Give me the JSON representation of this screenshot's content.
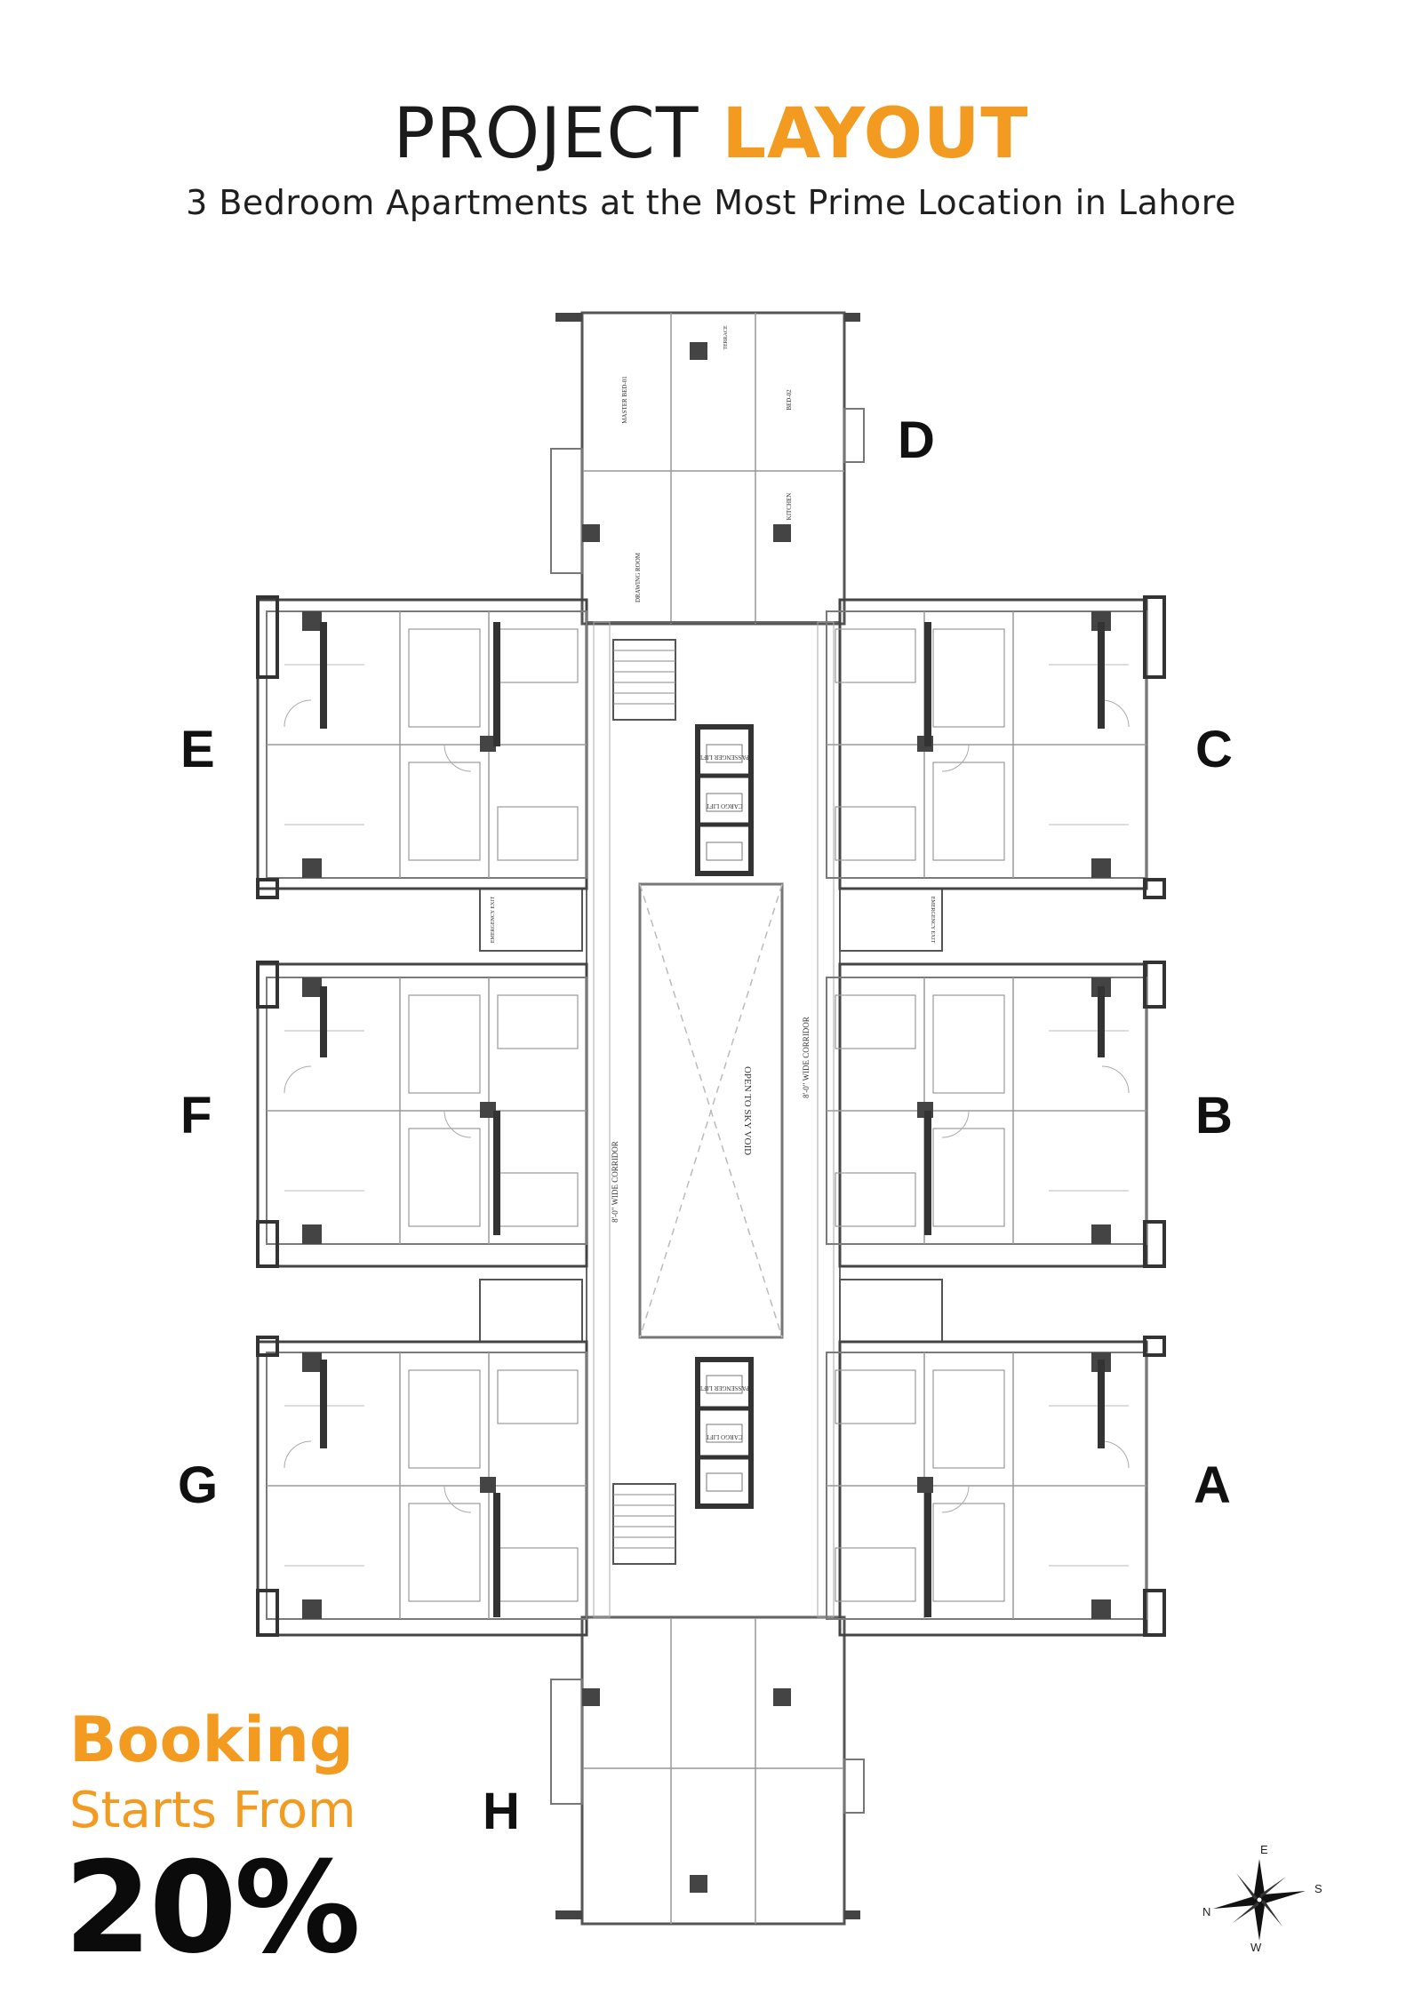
{
  "colors": {
    "accent": "#f39a20",
    "ink": "#1a1a1a",
    "wall": "#3a3a3a",
    "line": "#8a8a8a"
  },
  "header": {
    "title_part1": "PROJECT ",
    "title_part2": "LAYOUT",
    "subtitle": "3 Bedroom Apartments at the Most Prime Location in Lahore"
  },
  "wings": {
    "A": "A",
    "B": "B",
    "C": "C",
    "D": "D",
    "E": "E",
    "F": "F",
    "G": "G",
    "H": "H"
  },
  "plan_labels": {
    "void": "OPEN TO SKY VOID",
    "corridor": "8'-0\" WIDE CORRIDOR",
    "passenger_lift": "PASSENGER LIFT",
    "cargo_lift": "CARGO LIFT",
    "drawing_room": "DRAWING ROOM",
    "master_bed": "MASTER BED-01",
    "bed": "BED-02",
    "kitchen": "KITCHEN",
    "terrace": "TERRACE",
    "emergency_exit": "EMERGENCY EXIT"
  },
  "booking": {
    "line1": "Booking",
    "line2": "Starts From",
    "line3": "20%"
  },
  "compass": {
    "n": "N",
    "e": "E",
    "s": "S",
    "w": "W"
  }
}
